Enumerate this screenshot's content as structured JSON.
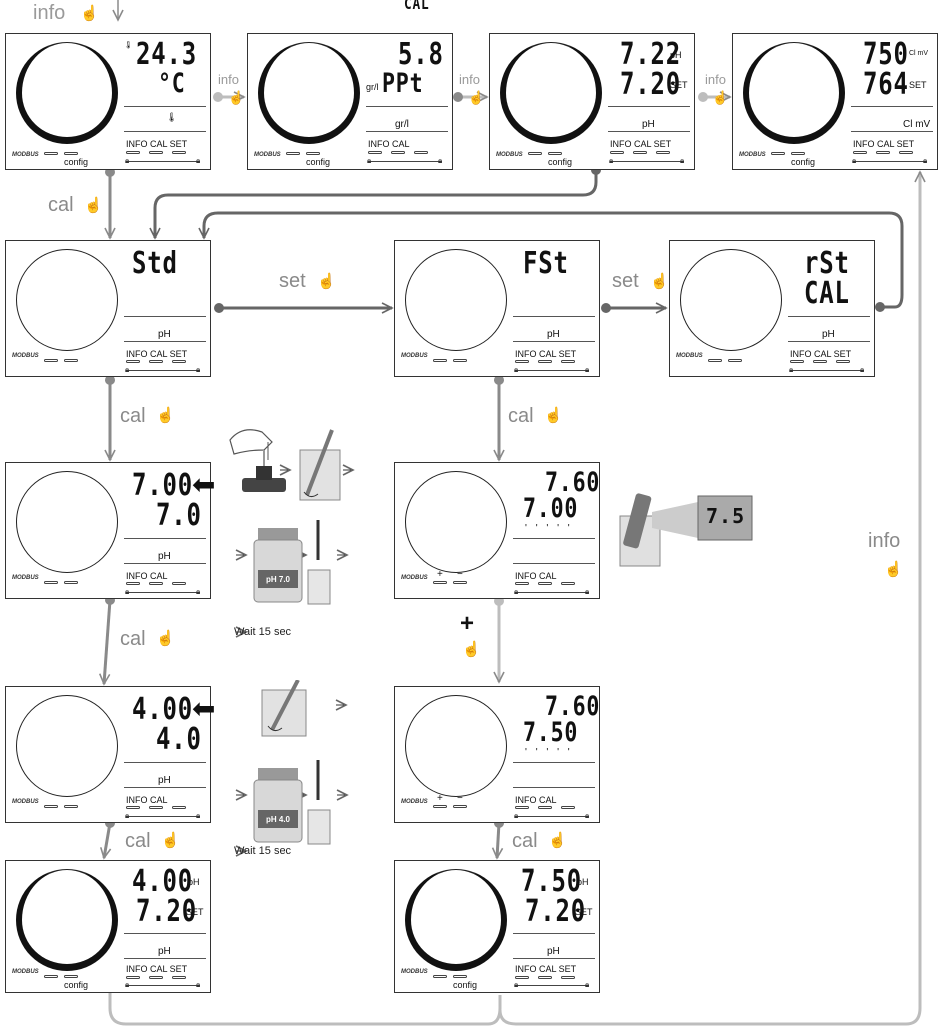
{
  "top_label": "info",
  "top_display_fragment": "CAL",
  "arrow_labels": {
    "info": "info",
    "cal": "cal",
    "set": "set",
    "plus": "+"
  },
  "hand_icon": "pointing-hand-icon",
  "row1": [
    {
      "line1": "24.3",
      "line2": "°C",
      "unit1": "",
      "unit2": "",
      "footer": "",
      "keys": "INFO  CAL  SET",
      "config": "config"
    },
    {
      "line1": "5.8",
      "line2": "PPt",
      "unit1": "",
      "unit2": "gr/l",
      "footer": "gr/l",
      "keys": "INFO  CAL",
      "config": "config"
    },
    {
      "line1": "7.22",
      "line2": "7.20",
      "unit1": "pH",
      "unit2": "SET",
      "footer": "pH",
      "keys": "INFO  CAL  SET",
      "config": "config"
    },
    {
      "line1": "750",
      "line2": "764",
      "unit1": "Cl mV",
      "unit2": "SET",
      "footer": "Cl mV",
      "keys": "INFO  CAL  SET",
      "config": "config"
    }
  ],
  "row2": [
    {
      "line1": "Std",
      "line2": "",
      "footer": "pH",
      "keys": "INFO  CAL  SET"
    },
    {
      "line1": "FSt",
      "line2": "",
      "footer": "pH",
      "keys": "INFO  CAL  SET"
    },
    {
      "line1": "rSt",
      "line2": "CAL",
      "footer": "pH",
      "keys": "INFO  CAL  SET"
    }
  ],
  "row3": [
    {
      "line1": "7.00",
      "line2": "7.0",
      "footer": "pH",
      "keys": "INFO  CAL"
    },
    {
      "line1": "7.60",
      "line2": "7.00",
      "footer": "",
      "keys": "INFO  CAL",
      "plus": "+",
      "minus": "−"
    }
  ],
  "row4": [
    {
      "line1": "4.00",
      "line2": "4.0",
      "footer": "pH",
      "keys": "INFO  CAL"
    },
    {
      "line1": "7.60",
      "line2": "7.50",
      "footer": "",
      "keys": "INFO  CAL",
      "plus": "+",
      "minus": "−"
    }
  ],
  "row5": [
    {
      "line1": "4.00",
      "line2": "7.20",
      "unit1": "pH",
      "unit2": "SET",
      "footer": "pH",
      "keys": "INFO  CAL  SET",
      "config": "config"
    },
    {
      "line1": "7.50",
      "line2": "7.20",
      "unit1": "pH",
      "unit2": "SET",
      "footer": "pH",
      "keys": "INFO  CAL  SET",
      "config": "config"
    }
  ],
  "modbus": "MODBUS",
  "wait_note": "Wait 15 sec",
  "buffer1": "pH 7.0",
  "buffer2": "pH 4.0",
  "meter_reading": "7.5",
  "colors": {
    "line": "#8a8a8a",
    "dark_line": "#666666",
    "segment": "#111111"
  }
}
